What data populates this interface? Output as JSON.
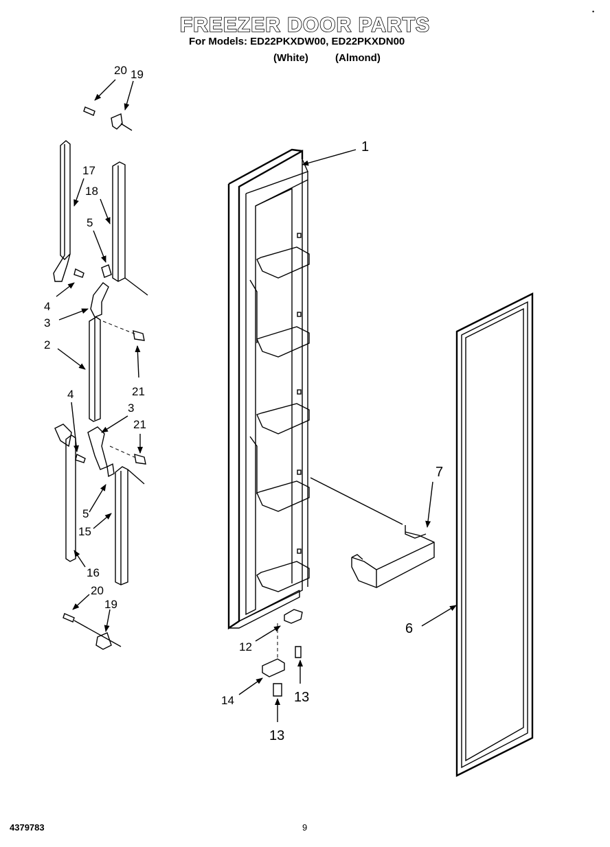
{
  "header": {
    "title": "FREEZER DOOR PARTS",
    "models_line": "For Models: ED22PKXDW00, ED22PKXDN00",
    "variant_white": "(White)",
    "variant_almond": "(Almond)"
  },
  "footer": {
    "doc_number": "4379783",
    "page_number": "9"
  },
  "corner_mark": "•",
  "callouts": {
    "p1": "1",
    "p2": "2",
    "p3a": "3",
    "p3b": "3",
    "p4a": "4",
    "p4b": "4",
    "p5a": "5",
    "p5b": "5",
    "p6": "6",
    "p7": "7",
    "p12": "12",
    "p13a": "13",
    "p13b": "13",
    "p14": "14",
    "p15": "15",
    "p16": "16",
    "p17": "17",
    "p18": "18",
    "p19a": "19",
    "p19b": "19",
    "p20a": "20",
    "p20b": "20",
    "p21a": "21",
    "p21b": "21"
  }
}
